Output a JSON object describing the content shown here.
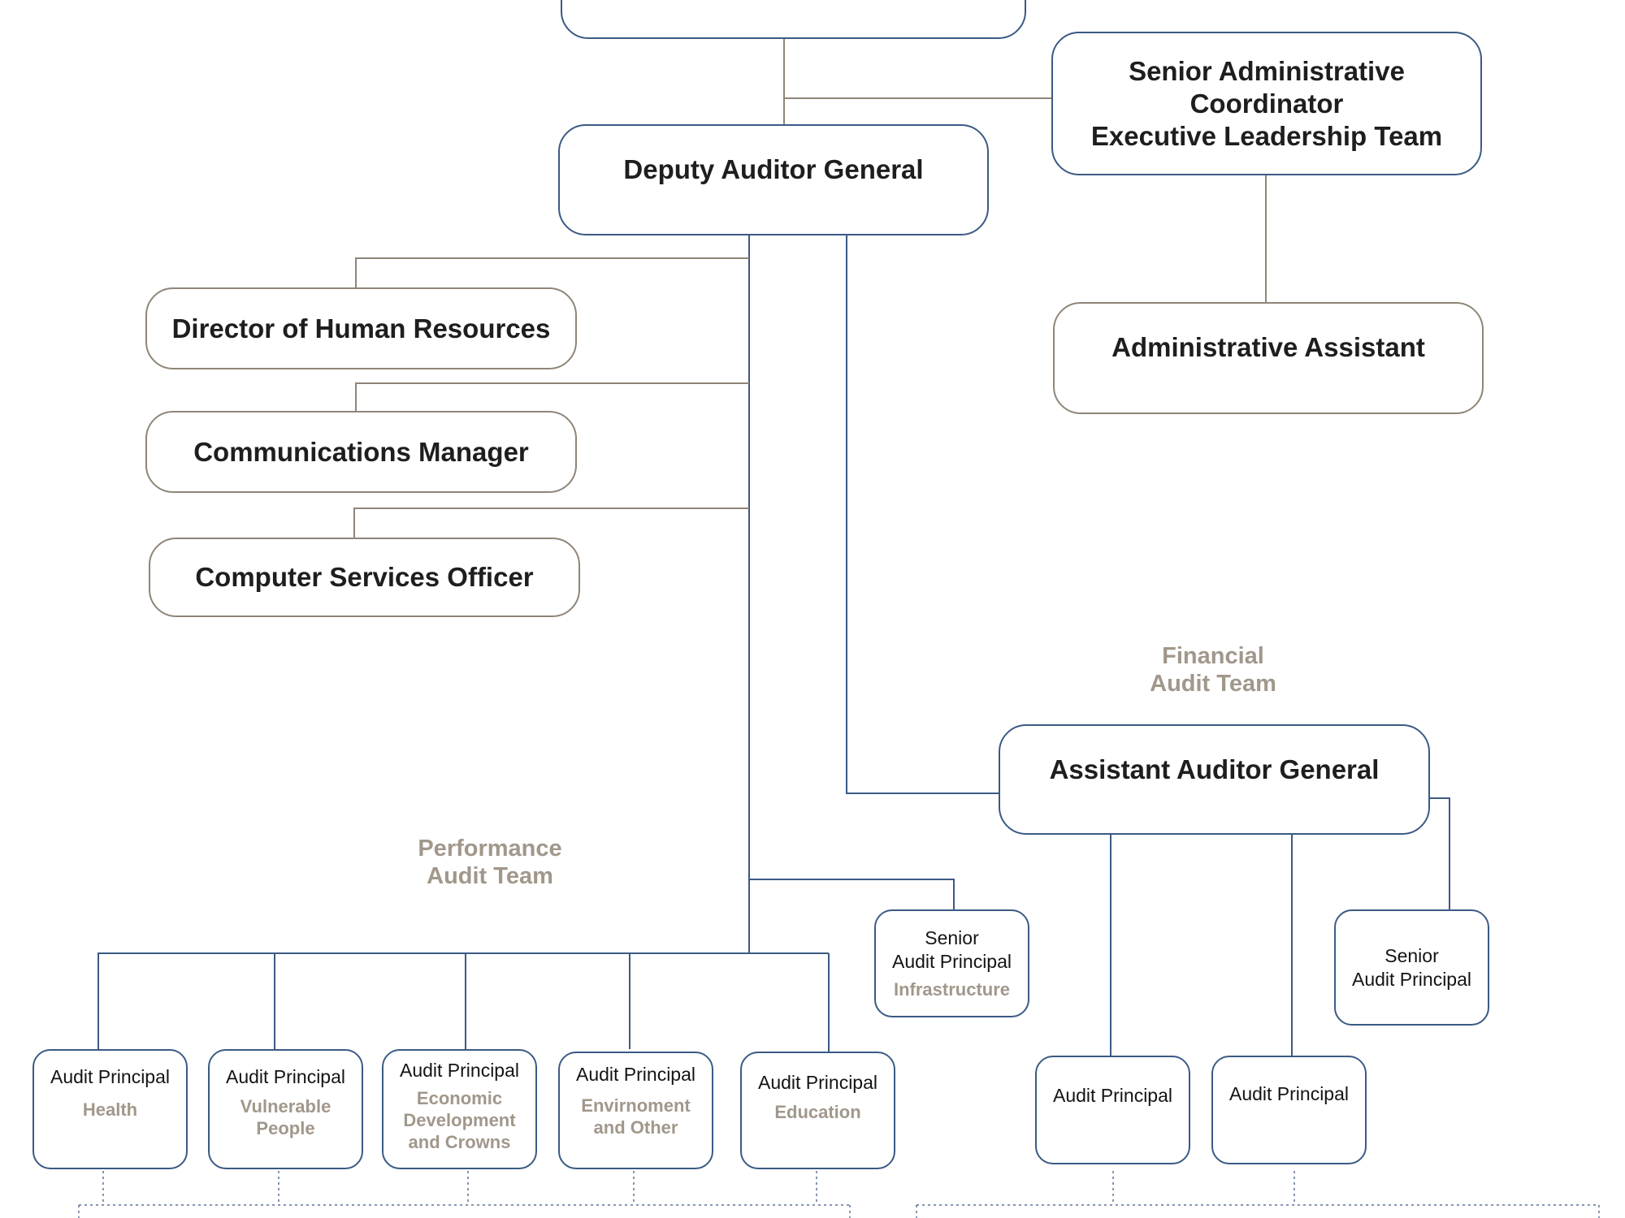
{
  "colors": {
    "tan_border": "#8f8578",
    "blue_border": "#3b5a84",
    "grey_text": "#a1978b"
  },
  "nodes": {
    "admin_coord": [
      "Senior Administrative",
      "Coordinator",
      "Executive Leadership Team"
    ],
    "deputy": "Deputy Auditor General",
    "admin_assistant": "Administrative Assistant",
    "hr": "Director of Human Resources",
    "comms": "Communications Manager",
    "computer": "Computer Services Officer",
    "assistant_ag": "Assistant Auditor General",
    "sap_infra": {
      "title": [
        "Senior",
        "Audit Principal"
      ],
      "sub": "Infrastructure"
    },
    "sap_fin": {
      "title": [
        "Senior",
        "Audit Principal"
      ]
    },
    "ap_health": {
      "title": "Audit Principal",
      "sub": [
        "Health"
      ]
    },
    "ap_vulnerable": {
      "title": "Audit Principal",
      "sub": [
        "Vulnerable",
        "People"
      ]
    },
    "ap_economic": {
      "title": "Audit Principal",
      "sub": [
        "Economic",
        "Development",
        "and Crowns"
      ]
    },
    "ap_environment": {
      "title": "Audit Principal",
      "sub": [
        "Envirnoment",
        "and Other"
      ]
    },
    "ap_education": {
      "title": "Audit Principal",
      "sub": [
        "Education"
      ]
    },
    "ap_fin_1": {
      "title": "Audit Principal"
    },
    "ap_fin_2": {
      "title": "Audit Principal"
    }
  },
  "teams": {
    "financial": [
      "Financial",
      "Audit Team"
    ],
    "performance": [
      "Performance",
      "Audit Team"
    ]
  }
}
